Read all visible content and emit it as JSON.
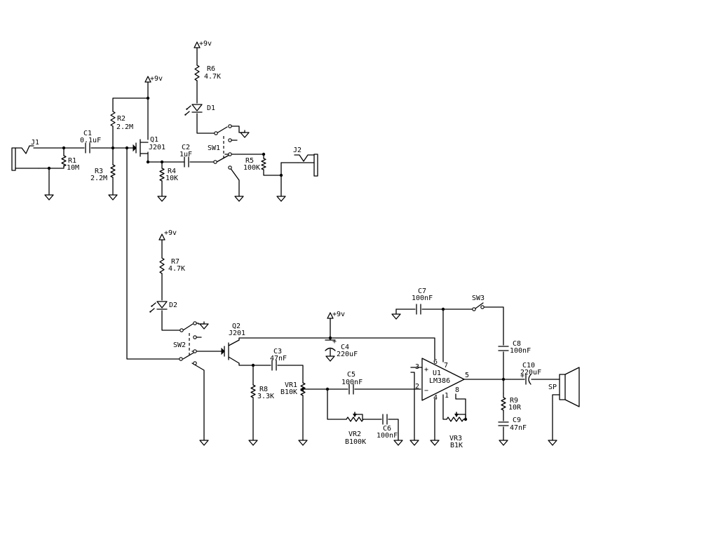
{
  "components": [
    {
      "ref": "J1"
    },
    {
      "ref": "J2"
    },
    {
      "ref": "R1",
      "value": "10M"
    },
    {
      "ref": "R2",
      "value": "2.2M"
    },
    {
      "ref": "R3",
      "value": "2.2M"
    },
    {
      "ref": "R4",
      "value": "10K"
    },
    {
      "ref": "R5",
      "value": "100K"
    },
    {
      "ref": "R6",
      "value": "4.7K"
    },
    {
      "ref": "R7",
      "value": "4.7K"
    },
    {
      "ref": "R8",
      "value": "3.3K"
    },
    {
      "ref": "R9",
      "value": "10R"
    },
    {
      "ref": "C1",
      "value": "0.1uF"
    },
    {
      "ref": "C2",
      "value": "1uF"
    },
    {
      "ref": "C3",
      "value": "47nF"
    },
    {
      "ref": "C4",
      "value": "220uF"
    },
    {
      "ref": "C5",
      "value": "100nF"
    },
    {
      "ref": "C6",
      "value": "100nF"
    },
    {
      "ref": "C7",
      "value": "100nF"
    },
    {
      "ref": "C8",
      "value": "100nF"
    },
    {
      "ref": "C9",
      "value": "47nF"
    },
    {
      "ref": "C10",
      "value": "220uF"
    },
    {
      "ref": "Q1",
      "value": "J201"
    },
    {
      "ref": "Q2",
      "value": "J201"
    },
    {
      "ref": "D1"
    },
    {
      "ref": "D2"
    },
    {
      "ref": "SW1"
    },
    {
      "ref": "SW2"
    },
    {
      "ref": "SW3"
    },
    {
      "ref": "VR1",
      "value": "B10K"
    },
    {
      "ref": "VR2",
      "value": "B100K"
    },
    {
      "ref": "VR3",
      "value": "B1K"
    },
    {
      "ref": "U1",
      "value": "LM386"
    },
    {
      "ref": "SP"
    }
  ],
  "supplies": [
    {
      "label": "+9v"
    },
    {
      "label": "+9v"
    },
    {
      "label": "+9v"
    },
    {
      "label": "+9v"
    }
  ],
  "u1_pins": {
    "pin1": "1",
    "pin2": "2",
    "pin3": "3",
    "pin4": "4",
    "pin5": "5",
    "pin6": "6",
    "pin7": "7",
    "pin8": "8",
    "plus": "+",
    "minus": "−"
  },
  "c4_polarity": "+",
  "c10_polarity": "+"
}
